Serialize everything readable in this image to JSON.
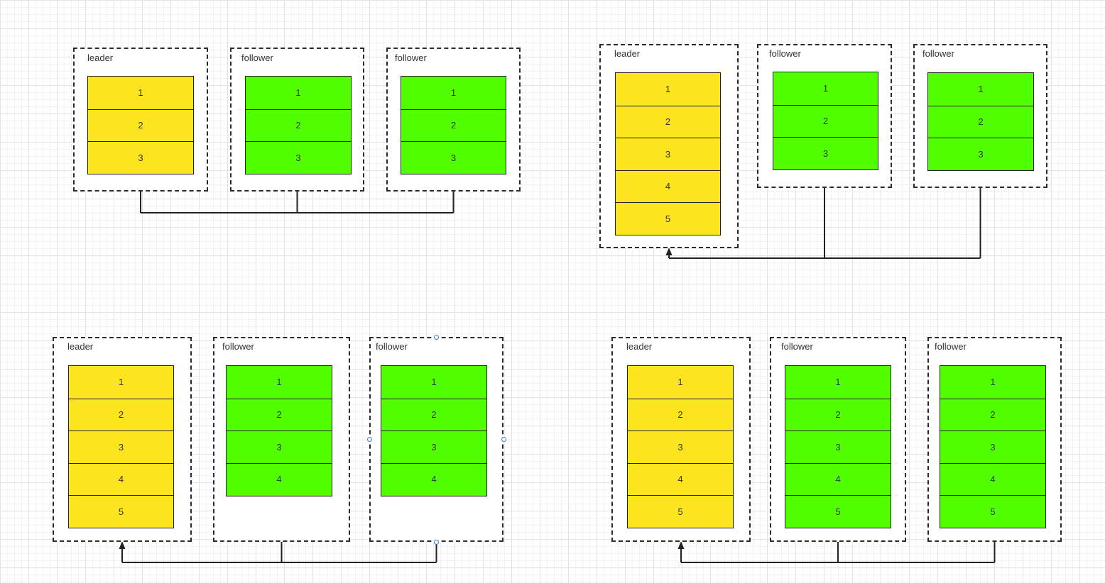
{
  "colors": {
    "leader_fill": "#fce51f",
    "follower_fill": "#52ff00",
    "border": "#222222",
    "selection_handle": "#3d7fd6"
  },
  "scenarios": [
    {
      "nodes": [
        {
          "label": "leader",
          "role": "leader",
          "entries": [
            "1",
            "2",
            "3"
          ]
        },
        {
          "label": "follower",
          "role": "follower",
          "entries": [
            "1",
            "2",
            "3"
          ]
        },
        {
          "label": "follower",
          "role": "follower",
          "entries": [
            "1",
            "2",
            "3"
          ]
        }
      ]
    },
    {
      "nodes": [
        {
          "label": "leader",
          "role": "leader",
          "entries": [
            "1",
            "2",
            "3",
            "4",
            "5"
          ]
        },
        {
          "label": "follower",
          "role": "follower",
          "entries": [
            "1",
            "2",
            "3"
          ]
        },
        {
          "label": "follower",
          "role": "follower",
          "entries": [
            "1",
            "2",
            "3"
          ]
        }
      ]
    },
    {
      "nodes": [
        {
          "label": "leader",
          "role": "leader",
          "entries": [
            "1",
            "2",
            "3",
            "4",
            "5"
          ]
        },
        {
          "label": "follower",
          "role": "follower",
          "entries": [
            "1",
            "2",
            "3",
            "4"
          ]
        },
        {
          "label": "follower",
          "role": "follower",
          "entries": [
            "1",
            "2",
            "3",
            "4"
          ]
        }
      ]
    },
    {
      "nodes": [
        {
          "label": "leader",
          "role": "leader",
          "entries": [
            "1",
            "2",
            "3",
            "4",
            "5"
          ]
        },
        {
          "label": "follower",
          "role": "follower",
          "entries": [
            "1",
            "2",
            "3",
            "4",
            "5"
          ]
        },
        {
          "label": "follower",
          "role": "follower",
          "entries": [
            "1",
            "2",
            "3",
            "4",
            "5"
          ]
        }
      ]
    }
  ]
}
